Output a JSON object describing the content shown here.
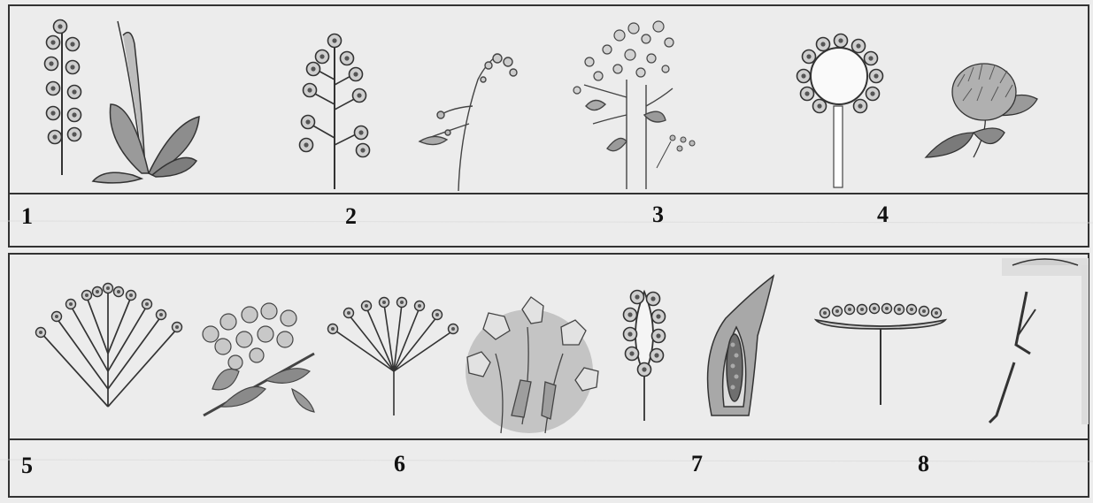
{
  "inflorescences": [
    {
      "number": "1",
      "icon": "spike-icon",
      "plant_icon": "plantain-icon"
    },
    {
      "number": "2",
      "icon": "raceme-icon",
      "plant_icon": "shepherds-purse-icon"
    },
    {
      "number": "3",
      "icon": "panicle-icon",
      "plant_icon": "lilac-sprig-icon"
    },
    {
      "number": "4",
      "icon": "head-icon",
      "plant_icon": "clover-icon"
    },
    {
      "number": "5",
      "icon": "corymb-icon",
      "plant_icon": "pear-blossom-icon"
    },
    {
      "number": "6",
      "icon": "umbel-icon",
      "plant_icon": "primrose-icon"
    },
    {
      "number": "7",
      "icon": "spadix-icon",
      "plant_icon": "calla-icon"
    },
    {
      "number": "8",
      "icon": "capitulum-icon",
      "plant_icon": "sunflower-icon"
    }
  ],
  "colors": {
    "paper": "#ececec",
    "ink": "#222222",
    "frame": "#333333"
  }
}
